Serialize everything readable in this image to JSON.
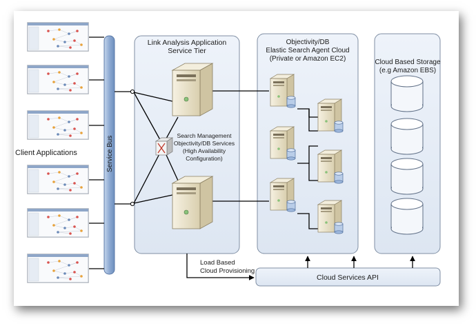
{
  "client_label": "Client Applications",
  "service_bus_label": "Service Bus",
  "link_tier": {
    "title_line1": "Link Analysis Application",
    "title_line2": "Service Tier"
  },
  "search_mgmt": {
    "line1": "Search Management",
    "line2": "Objectivity/DB Services",
    "line3": "(High Availability",
    "line4": "Configuration)"
  },
  "agent_cloud": {
    "line1": "Objectivity/DB",
    "line2": "Elastic Search Agent Cloud",
    "line3": "(Private or Amazon EC2)"
  },
  "storage": {
    "line1": "Cloud Based Storage",
    "line2": "(e.g Amazon EBS)"
  },
  "provisioning": {
    "line1": "Load Based",
    "line2": "Cloud Provisioning"
  },
  "api_label": "Cloud Services API",
  "colors": {
    "panel_fill": "#e8eef7",
    "panel_stroke": "#7f8ea3",
    "bus_fill": "#9fb8d9",
    "server": "#e4dcc2"
  },
  "icons": [
    "client-app-thumbnail",
    "server-icon",
    "database-server-icon",
    "storage-disk-icon",
    "router-switch-icon"
  ]
}
